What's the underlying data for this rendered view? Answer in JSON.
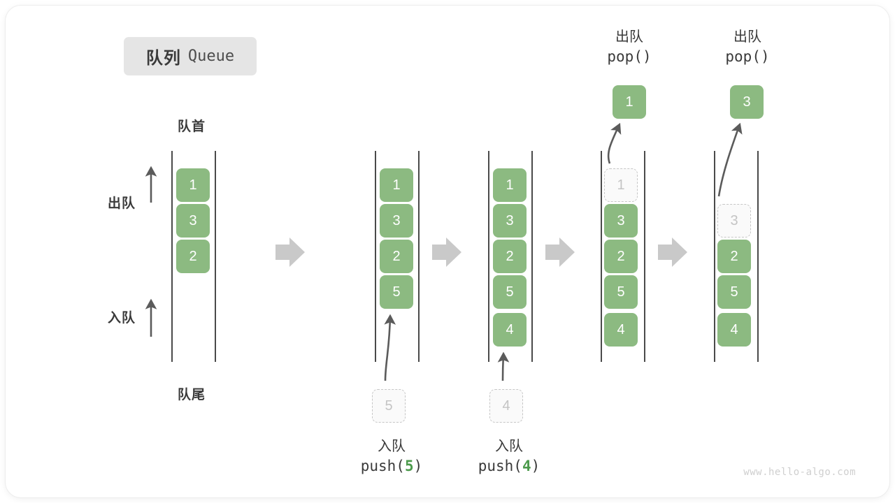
{
  "title": {
    "cn": "队列",
    "en": "Queue"
  },
  "colors": {
    "accent_green": "#8cba81",
    "code_number_green": "#4c9a4c",
    "ghost_border": "#c6c6c6",
    "rail": "#4a4a4a",
    "step_arrow": "#c9c9c9",
    "badge_bg": "#e5e5e5",
    "text": "#3a3a3a"
  },
  "labels": {
    "head": "队首",
    "tail": "队尾",
    "dequeue": "出队",
    "enqueue": "入队"
  },
  "steps": [
    {
      "id": "initial",
      "cells": [
        {
          "value": "1",
          "state": "solid"
        },
        {
          "value": "3",
          "state": "solid"
        },
        {
          "value": "2",
          "state": "solid"
        }
      ],
      "top_caption": "",
      "bottom_caption": ""
    },
    {
      "id": "push-5",
      "cells": [
        {
          "value": "1",
          "state": "solid"
        },
        {
          "value": "3",
          "state": "solid"
        },
        {
          "value": "2",
          "state": "solid"
        },
        {
          "value": "5",
          "state": "solid"
        }
      ],
      "incoming": {
        "value": "5",
        "state": "ghost"
      },
      "bottom_caption": {
        "cn": "入队",
        "code_prefix": "push(",
        "code_num": "5",
        "code_suffix": ")"
      }
    },
    {
      "id": "push-4",
      "cells": [
        {
          "value": "1",
          "state": "solid"
        },
        {
          "value": "3",
          "state": "solid"
        },
        {
          "value": "2",
          "state": "solid"
        },
        {
          "value": "5",
          "state": "solid"
        },
        {
          "value": "4",
          "state": "solid"
        }
      ],
      "incoming": {
        "value": "4",
        "state": "ghost"
      },
      "bottom_caption": {
        "cn": "入队",
        "code_prefix": "push(",
        "code_num": "4",
        "code_suffix": ")"
      }
    },
    {
      "id": "pop-1",
      "cells": [
        {
          "value": "1",
          "state": "ghost"
        },
        {
          "value": "3",
          "state": "solid"
        },
        {
          "value": "2",
          "state": "solid"
        },
        {
          "value": "5",
          "state": "solid"
        },
        {
          "value": "4",
          "state": "solid"
        }
      ],
      "outgoing": {
        "value": "1",
        "state": "solid"
      },
      "top_caption": {
        "cn": "出队",
        "code": "pop()"
      }
    },
    {
      "id": "pop-3",
      "cells": [
        {
          "value": "3",
          "state": "ghost"
        },
        {
          "value": "2",
          "state": "solid"
        },
        {
          "value": "5",
          "state": "solid"
        },
        {
          "value": "4",
          "state": "solid"
        }
      ],
      "outgoing": {
        "value": "3",
        "state": "solid"
      },
      "top_caption": {
        "cn": "出队",
        "code": "pop()"
      }
    }
  ],
  "watermark": "www.hello-algo.com"
}
